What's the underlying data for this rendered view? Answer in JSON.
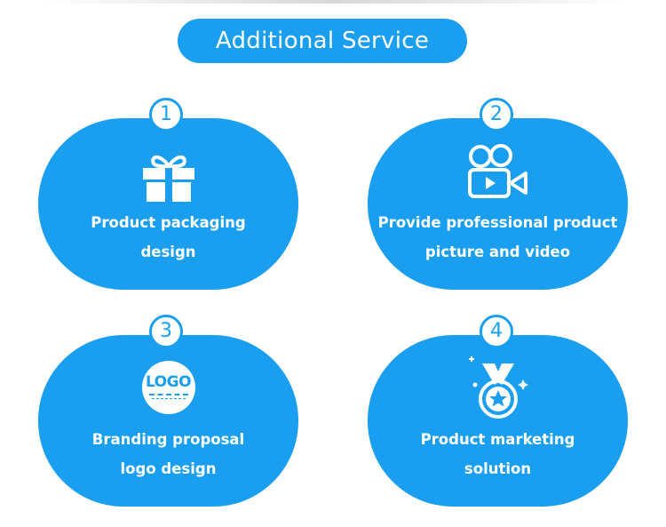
{
  "title": "Additional Service",
  "services": [
    {
      "number": "1",
      "line1": "Product packaging",
      "line2": "design",
      "icon": "gift-icon"
    },
    {
      "number": "2",
      "line1": "Provide professional product",
      "line2": "picture and video",
      "icon": "video-camera-icon"
    },
    {
      "number": "3",
      "line1": "Branding proposal",
      "line2": "logo design",
      "icon": "logo-badge-icon",
      "icon_text": "LOGO"
    },
    {
      "number": "4",
      "line1": "Product marketing",
      "line2": "solution",
      "icon": "medal-icon"
    }
  ],
  "colors": {
    "accent": "#1a9ff0",
    "text_on_accent": "#ffffff"
  }
}
